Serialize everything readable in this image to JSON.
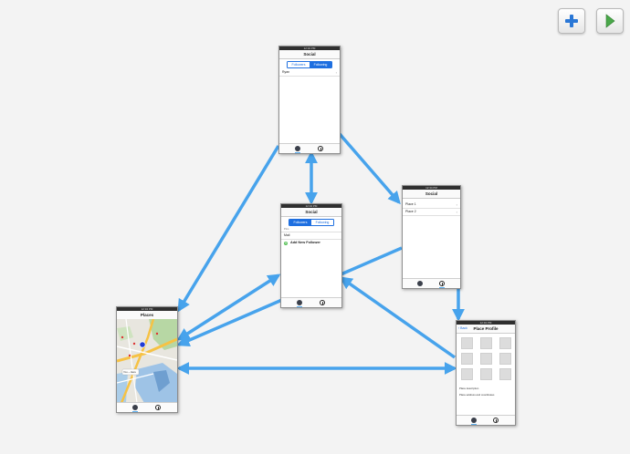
{
  "toolbar": {
    "add_label": "✚",
    "run_label": "▶",
    "accent": "#2a77d6",
    "run_color": "#4aa84a"
  },
  "arrow_color": "#47a3ec",
  "screens": {
    "social_top": {
      "status": "12:34 PM",
      "title": "Social",
      "segments": [
        "Followers",
        "Following"
      ],
      "rows": [
        {
          "label": "Ryan"
        }
      ]
    },
    "social_mid": {
      "status": "12:34 PM",
      "title": "Social",
      "segments": [
        "Followers",
        "Following"
      ],
      "field_label": "Pins",
      "row_label": "Mail",
      "add_label": "Add New Follower"
    },
    "places_list": {
      "status": "12:34 PM",
      "title": "Social",
      "rows": [
        {
          "label": "Place 1"
        },
        {
          "label": "Place 2"
        }
      ]
    },
    "places_map": {
      "status": "12:34 PM",
      "title": "Places",
      "callout": "You ~ Here"
    },
    "place_profile": {
      "status": "12:34 PM",
      "back_label": "Back",
      "title": "Place Profile",
      "desc1": "Place description",
      "desc2": "Place address and coordinates"
    }
  }
}
